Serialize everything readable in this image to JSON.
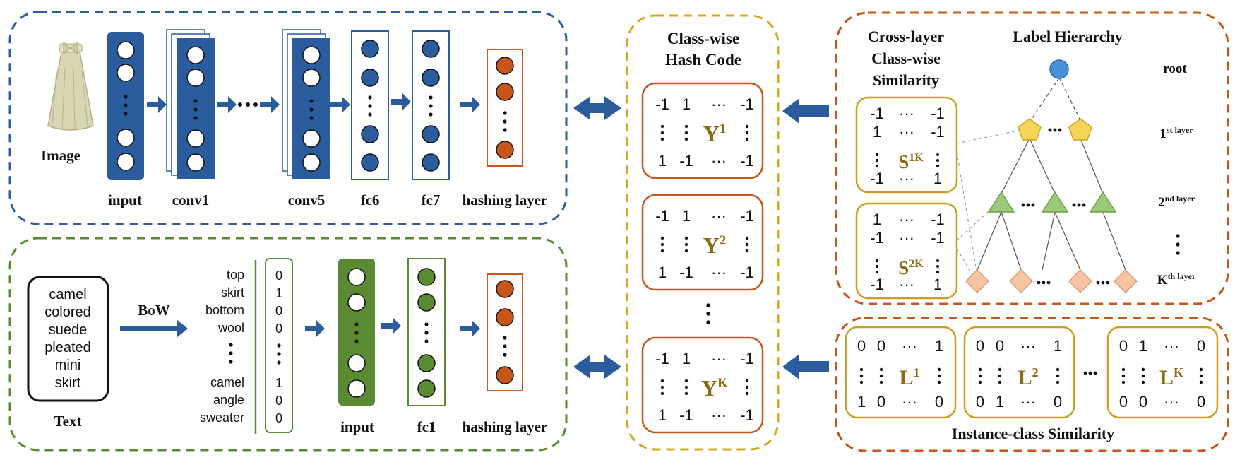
{
  "image_branch": {
    "image_label": "Image",
    "layers": [
      "input",
      "conv1",
      "conv5",
      "fc6",
      "fc7",
      "hashing layer"
    ]
  },
  "text_branch": {
    "text_lines": [
      "camel",
      "colored",
      "suede",
      "pleated",
      "mini",
      "skirt"
    ],
    "text_label": "Text",
    "bow_label": "BoW",
    "vocab": [
      "top",
      "skirt",
      "bottom",
      "wool",
      "camel",
      "angle",
      "sweater"
    ],
    "vector": [
      "0",
      "1",
      "0",
      "0",
      "1",
      "0",
      "0"
    ],
    "layers": [
      "input",
      "fc1",
      "hashing layer"
    ]
  },
  "hash_code": {
    "title_line1": "Class-wise",
    "title_line2": "Hash Code",
    "matrices": [
      {
        "sym": "Y",
        "sup": "1",
        "row1": [
          "-1",
          "1",
          "···",
          "-1"
        ],
        "row3": [
          "1",
          "-1",
          "···",
          "-1"
        ]
      },
      {
        "sym": "Y",
        "sup": "2",
        "row1": [
          "-1",
          "1",
          "···",
          "-1"
        ],
        "row3": [
          "1",
          "-1",
          "···",
          "-1"
        ]
      },
      {
        "sym": "Y",
        "sup": "K",
        "row1": [
          "-1",
          "1",
          "···",
          "-1"
        ],
        "row3": [
          "1",
          "-1",
          "···",
          "-1"
        ]
      }
    ]
  },
  "hierarchy": {
    "similarity_title": [
      "Cross-layer",
      "Class-wise",
      "Similarity"
    ],
    "hierarchy_title": "Label Hierarchy",
    "levels": [
      {
        "name": "root",
        "sup": ""
      },
      {
        "name": "1",
        "sup": "st layer"
      },
      {
        "name": "2",
        "sup": "nd layer"
      },
      {
        "name": "K",
        "sup": "th layer"
      }
    ],
    "sim_matrices": [
      {
        "sym": "S",
        "sup": "1K",
        "row1": [
          "-1",
          "···",
          "-1"
        ],
        "row2": [
          "1",
          "···",
          "-1"
        ],
        "row4": [
          "-1",
          "···",
          "1"
        ]
      },
      {
        "sym": "S",
        "sup": "2K",
        "row1": [
          "1",
          "···",
          "-1"
        ],
        "row2": [
          "-1",
          "···",
          "-1"
        ],
        "row4": [
          "-1",
          "···",
          "1"
        ]
      }
    ]
  },
  "instance_class": {
    "title": "Instance-class Similarity",
    "matrices": [
      {
        "sym": "L",
        "sup": "1",
        "row1": [
          "0",
          "0",
          "···",
          "1"
        ],
        "row3": [
          "1",
          "0",
          "···",
          "0"
        ]
      },
      {
        "sym": "L",
        "sup": "2",
        "row1": [
          "0",
          "0",
          "···",
          "1"
        ],
        "row3": [
          "0",
          "1",
          "···",
          "0"
        ]
      },
      {
        "sym": "L",
        "sup": "K",
        "row1": [
          "0",
          "1",
          "···",
          "0"
        ],
        "row3": [
          "0",
          "0",
          "···",
          "0"
        ]
      }
    ]
  },
  "colors": {
    "blue": "#2b5c9e",
    "green": "#5a8a32",
    "orange": "#c8561a",
    "gold": "#c8a020",
    "frame_blue": "#2e5ea0",
    "frame_green": "#5a8a32",
    "frame_orange": "#c8561a",
    "frame_gold": "#d4a820",
    "hier_blue": "#4a90d9",
    "hier_yellow": "#f6d556",
    "hier_green": "#9cc97a",
    "hier_peach": "#f7c4a4"
  }
}
